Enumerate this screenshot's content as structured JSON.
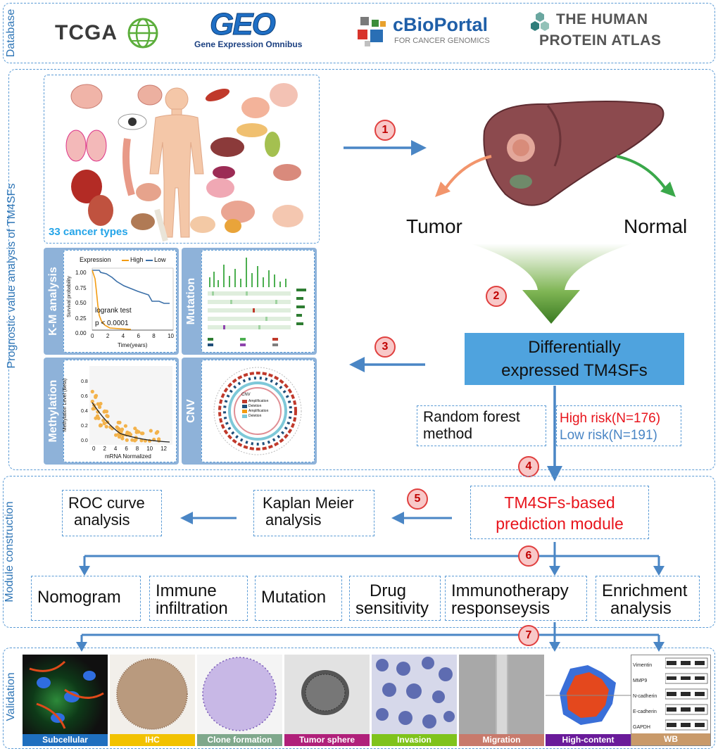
{
  "sections": {
    "database": "Database",
    "prognostic": "Prognostic value analysis of TM4SFs",
    "module": "Module construction",
    "validation": "Validation"
  },
  "databases": {
    "tcga": "TCGA",
    "geo_logo": "GEO",
    "geo_sub": "Gene Expression Omnibus",
    "cbio_main": "cBioPortal",
    "cbio_sub": "FOR CANCER GENOMICS",
    "hpa_line1": "THE HUMAN",
    "hpa_line2": "PROTEIN ATLAS"
  },
  "organs": {
    "caption": "33 cancer types"
  },
  "panels": {
    "km": "K-M analysis",
    "mutation": "Mutation",
    "methylation": "Methylation",
    "cnv": "CNV"
  },
  "km_plot": {
    "legend_title": "Expression",
    "high": "High",
    "low": "Low",
    "ylabel": "Survival probability",
    "xlabel": "Time(years)",
    "test": "logrank test",
    "pval": "p < 0.0001",
    "yticks": [
      "1.00",
      "0.75",
      "0.50",
      "0.25",
      "0.00"
    ],
    "xticks": [
      "0",
      "2",
      "4",
      "6",
      "8",
      "10"
    ]
  },
  "meth_plot": {
    "ylabel": "Methylation Level (Beta)",
    "xlabel": "mRNA Normalized",
    "yticks": [
      "0.8",
      "0.6",
      "0.4",
      "0.2",
      "0.0"
    ],
    "xticks": [
      "0",
      "2",
      "4",
      "6",
      "8",
      "10",
      "12"
    ]
  },
  "cnv_plot": {
    "title": "CNV",
    "items": [
      "Amplification",
      "Deletion",
      "Amplification",
      "Deletion"
    ]
  },
  "liver": {
    "tumor": "Tumor",
    "normal": "Normal"
  },
  "steps": [
    "1",
    "2",
    "3",
    "4",
    "5",
    "6",
    "7"
  ],
  "deg": {
    "line1": "Differentially",
    "line2": "expressed TM4SFs"
  },
  "rf": {
    "line1": "Random forest",
    "line2": "method"
  },
  "risk": {
    "high": "High risk(N=176)",
    "low": "Low risk(N=191)"
  },
  "module": {
    "pred_line1": "TM4SFs-based",
    "pred_line2": "prediction module",
    "km_line1": "Kaplan Meier",
    "km_line2": "analysis",
    "roc_line1": "ROC curve",
    "roc_line2": "analysis"
  },
  "analyses": [
    {
      "line1": "Nomogram",
      "line2": ""
    },
    {
      "line1": "Immune",
      "line2": "infiltration"
    },
    {
      "line1": "Mutation",
      "line2": ""
    },
    {
      "line1": "Drug",
      "line2": "sensitivity"
    },
    {
      "line1": "Immunotherapy",
      "line2": "responseysis"
    },
    {
      "line1": "Enrichment",
      "line2": "analysis"
    }
  ],
  "validation": [
    {
      "label": "Subcellular",
      "color": "#1f6fbf"
    },
    {
      "label": "IHC",
      "color": "#f2c200"
    },
    {
      "label": "Clone formation",
      "color": "#7fa88c"
    },
    {
      "label": "Tumor sphere",
      "color": "#b0207a"
    },
    {
      "label": "Invasion",
      "color": "#7fc31c"
    },
    {
      "label": "Migration",
      "color": "#c87a6c"
    },
    {
      "label": "High-content",
      "color": "#6a1b9a"
    },
    {
      "label": "WB",
      "color": "#c99a6a"
    }
  ],
  "wb_bands": [
    "Vimentin",
    "MMP9",
    "N-cadherin",
    "E-cadherin",
    "GAPDH"
  ],
  "colors": {
    "accent_blue": "#4a86c5",
    "panel_blue": "#8eb2d9",
    "deg_box": "#4fa3de",
    "red_text": "#e8141c",
    "high_orange": "#f39c12",
    "low_blue": "#3a6fa8"
  }
}
